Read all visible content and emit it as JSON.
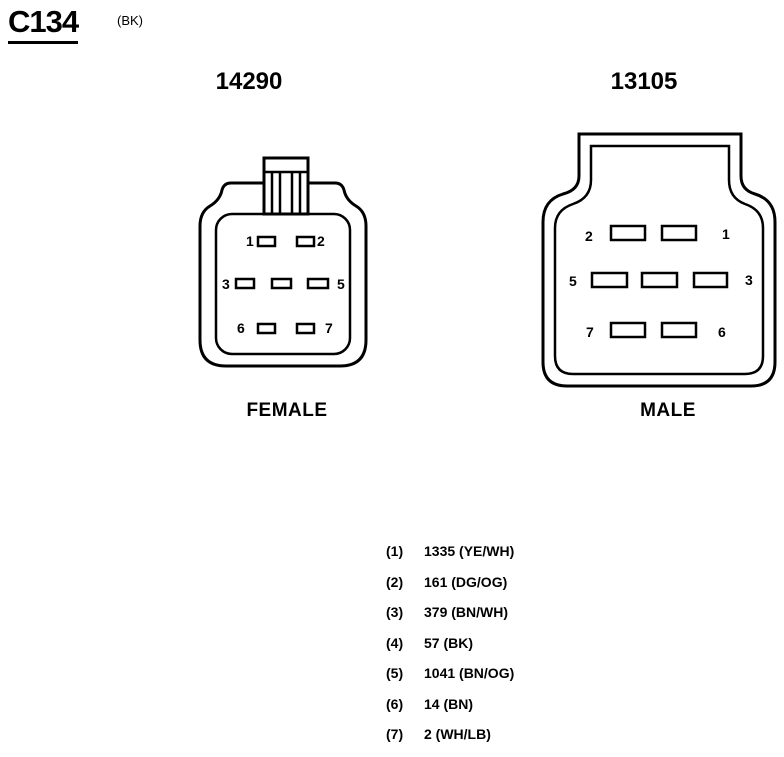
{
  "header": {
    "title": "C134",
    "subtitle": "(BK)"
  },
  "connectors": {
    "female": {
      "part_number": "14290",
      "label": "FEMALE",
      "pins": [
        "1",
        "2",
        "3",
        "5",
        "6",
        "7"
      ]
    },
    "male": {
      "part_number": "13105",
      "label": "MALE",
      "pins": [
        "2",
        "1",
        "5",
        "3",
        "7",
        "6"
      ]
    }
  },
  "wires": [
    {
      "pin": "(1)",
      "circuit": "1335 (YE/WH)"
    },
    {
      "pin": "(2)",
      "circuit": "161 (DG/OG)"
    },
    {
      "pin": "(3)",
      "circuit": "379 (BN/WH)"
    },
    {
      "pin": "(4)",
      "circuit": "57 (BK)"
    },
    {
      "pin": "(5)",
      "circuit": "1041 (BN/OG)"
    },
    {
      "pin": "(6)",
      "circuit": "14 (BN)"
    },
    {
      "pin": "(7)",
      "circuit": "2 (WH/LB)"
    }
  ]
}
